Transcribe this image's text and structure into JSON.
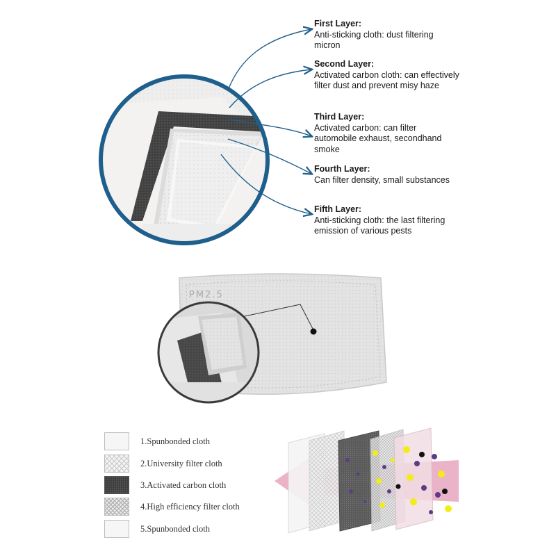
{
  "layers": [
    {
      "title": "First Layer:",
      "desc": "Anti-sticking cloth: dust filtering micron"
    },
    {
      "title": "Second Layer:",
      "desc": "Activated carbon cloth: can effectively filter dust and prevent misy haze"
    },
    {
      "title": "Third Layer:",
      "desc": "Activated carbon: can filter automobile exhaust, secondhand smoke"
    },
    {
      "title": "Fourth Layer:",
      "desc": "Can filter density, small substances"
    },
    {
      "title": "Fifth Layer:",
      "desc": "Anti-sticking cloth: the last filtering emission of various pests"
    }
  ],
  "filter_pad": {
    "imprint": "PM2.5"
  },
  "legend": [
    {
      "label": "1.Spunbonded cloth",
      "pattern": "plain"
    },
    {
      "label": "2.University filter cloth",
      "pattern": "mesh"
    },
    {
      "label": "3.Activated carbon cloth",
      "pattern": "carbon"
    },
    {
      "label": "4.High efficiency filter cloth",
      "pattern": "fine-mesh"
    },
    {
      "label": "5.Spunbonded cloth",
      "pattern": "plain"
    }
  ],
  "colors": {
    "ring": "#1f5f8c",
    "arrow": "#1f5f8c",
    "carbon": "#3b3b3b",
    "pink_flow": "#e8a6bd",
    "particle_purple": "#5b3d86",
    "particle_yellow": "#f2ec18"
  }
}
